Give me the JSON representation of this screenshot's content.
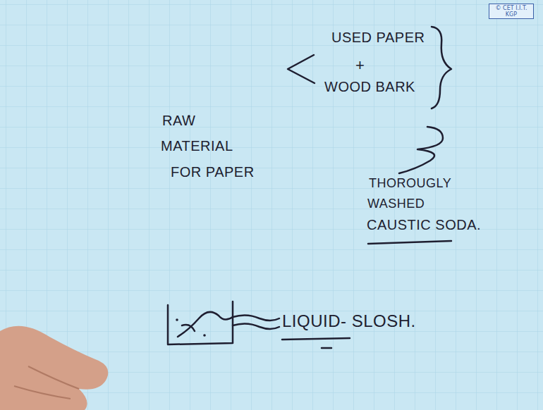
{
  "diagram": {
    "nodes": [
      {
        "text": [
          "© CET I.I.T. KGP"
        ]
      }
    ],
    "labels": [
      "USED PAPER",
      "+",
      "WOOD BARK",
      "RAW",
      "MATERIAL",
      "FOR PAPER",
      "THOROUGLY",
      "WASHED",
      "CAUSTIC SODA.",
      "LIQUID- SLOSH."
    ]
  }
}
